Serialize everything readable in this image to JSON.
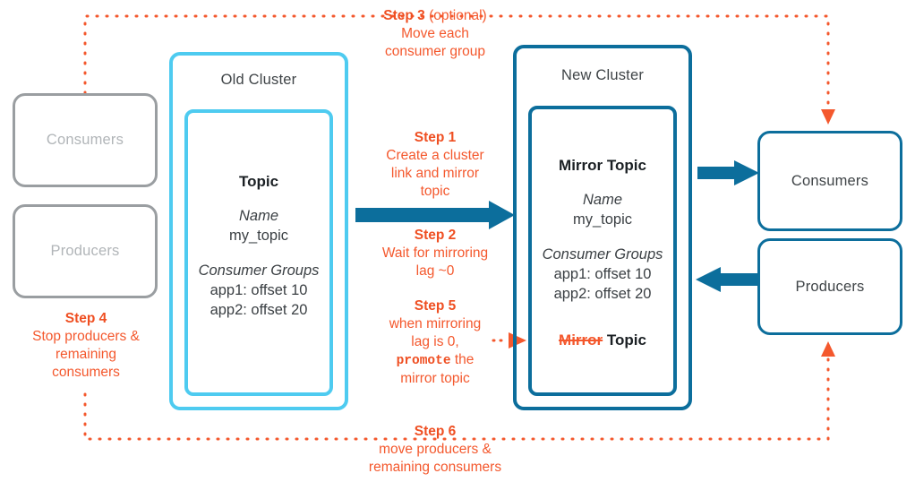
{
  "colors": {
    "light_blue": "#4ECBF0",
    "dark_blue": "#0C6E9C",
    "orange": "#F4582D",
    "grey": "#9a9ea1",
    "grey_text": "#b1b5b8",
    "dark_text": "#3f4447"
  },
  "old_cluster": {
    "title": "Old Cluster",
    "topic": {
      "heading": "Topic",
      "name_label": "Name",
      "name_value": "my_topic",
      "groups_label": "Consumer Groups",
      "groups": [
        "app1: offset 10",
        "app2: offset 20"
      ]
    }
  },
  "new_cluster": {
    "title": "New Cluster",
    "topic": {
      "heading": "Mirror Topic",
      "name_label": "Name",
      "name_value": "my_topic",
      "groups_label": "Consumer Groups",
      "groups": [
        "app1: offset 10",
        "app2: offset 20"
      ],
      "promoted_strike": "Mirror",
      "promoted_rest": " Topic"
    }
  },
  "left_endpoints": {
    "consumers": "Consumers",
    "producers": "Producers"
  },
  "right_endpoints": {
    "consumers": "Consumers",
    "producers": "Producers"
  },
  "steps": {
    "step1": {
      "label": "Step 1",
      "lines": [
        "Create a cluster",
        "link and mirror",
        "topic"
      ]
    },
    "step2": {
      "label": "Step 2",
      "lines": [
        "Wait for mirroring",
        "lag ~0"
      ]
    },
    "step3": {
      "label": "Step 3",
      "suffix": " (optional)",
      "lines": [
        "Move each",
        "consumer group"
      ]
    },
    "step4": {
      "label": "Step 4",
      "lines": [
        "Stop producers &",
        "remaining",
        "consumers"
      ]
    },
    "step5": {
      "label": "Step 5",
      "line1": "when mirroring",
      "line2": "lag is 0,",
      "line3_mono": "promote",
      "line3_rest": " the",
      "line4": "mirror topic"
    },
    "step6": {
      "label": "Step 6",
      "lines": [
        "move producers &",
        "remaining consumers"
      ]
    }
  }
}
